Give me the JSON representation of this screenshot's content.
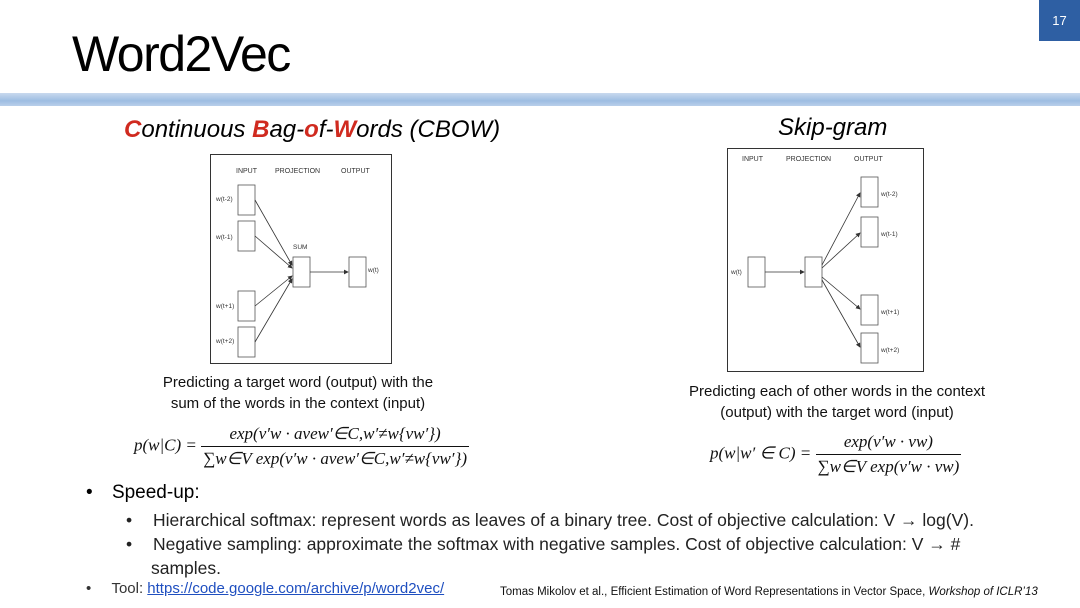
{
  "slide": {
    "number": "17",
    "title": "Word2Vec"
  },
  "cbow": {
    "heading": {
      "c1": "C",
      "t1": "ontinuous ",
      "c2": "B",
      "t2": "ag-",
      "c3": "o",
      "t3": "f-",
      "c4": "W",
      "t4": "ords (CBOW)"
    },
    "diagram": {
      "input_label": "INPUT",
      "projection_label": "PROJECTION",
      "output_label": "OUTPUT",
      "sum_label": "SUM",
      "inputs": [
        "w(t-2)",
        "w(t-1)",
        "w(t+1)",
        "w(t+2)"
      ],
      "output": "w(t)"
    },
    "caption_line1": "Predicting a target word (output) with the",
    "caption_line2": "sum of the words in the context (input)",
    "formula": {
      "lhs": "p(w|C) =",
      "numerator": "exp(v′w · avew′∈C,w′≠w{vw′})",
      "denominator": "∑w∈V exp(v′w · avew′∈C,w′≠w{vw′})"
    }
  },
  "skipgram": {
    "heading": "Skip-gram",
    "diagram": {
      "input_label": "INPUT",
      "projection_label": "PROJECTION",
      "output_label": "OUTPUT",
      "input": "w(t)",
      "outputs": [
        "w(t-2)",
        "w(t-1)",
        "w(t+1)",
        "w(t+2)"
      ]
    },
    "caption_line1": "Predicting each of other words in the context",
    "caption_line2": "(output) with the target word (input)",
    "formula": {
      "lhs": "p(w|w′ ∈ C) =",
      "numerator": "exp(v′w · vw)",
      "denominator": "∑w∈V exp(v′w · vw)"
    }
  },
  "bullets": {
    "speedup": "Speed-up:",
    "hier": "Hierarchical softmax: represent words as leaves of a binary tree. Cost of objective calculation: V → log(V).",
    "neg_line1": "Negative sampling: approximate the softmax with negative samples. Cost of objective calculation: V → #",
    "neg_line2": "samples.",
    "tool_label": "Tool: ",
    "tool_link": "https://code.google.com/archive/p/word2vec/"
  },
  "citation": {
    "text": "Tomas Mikolov et al., Efficient Estimation of Word Representations in Vector Space, ",
    "venue": "Workshop of ICLR’13"
  }
}
